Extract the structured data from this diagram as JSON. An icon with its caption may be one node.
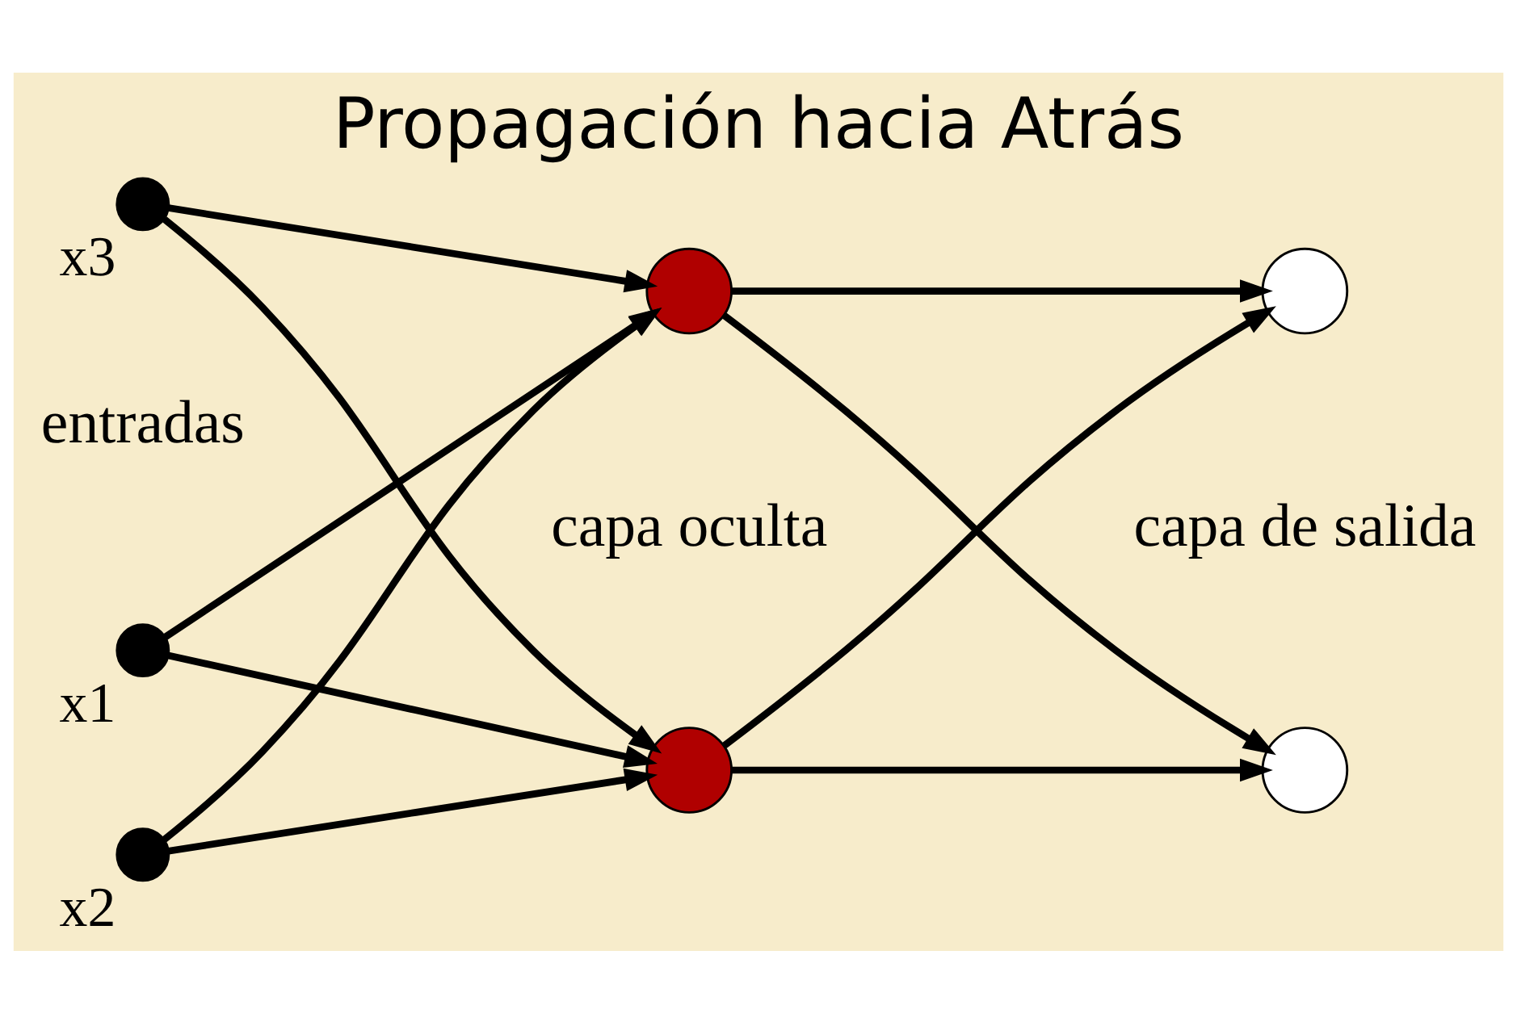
{
  "diagram": {
    "title": "Propagación hacia Atrás",
    "nodes": [
      {
        "text": [],
        "shape": "circle",
        "beside": [
          "x1"
        ]
      },
      {
        "text": [],
        "shape": "circle",
        "beside": [
          "x2"
        ]
      },
      {
        "text": [],
        "shape": "circle",
        "beside": [
          "x3"
        ]
      },
      {
        "text": [],
        "shape": "circle"
      },
      {
        "text": [],
        "shape": "circle"
      },
      {
        "text": [],
        "shape": "circle"
      },
      {
        "text": [],
        "shape": "circle"
      }
    ],
    "edges": [
      {
        "from": 0,
        "to": 3,
        "arrow": "to"
      },
      {
        "from": 0,
        "to": 4,
        "arrow": "to"
      },
      {
        "from": 1,
        "to": 3,
        "arrow": "to"
      },
      {
        "from": 1,
        "to": 4,
        "arrow": "to"
      },
      {
        "from": 2,
        "to": 3,
        "arrow": "to"
      },
      {
        "from": 2,
        "to": 4,
        "arrow": "to"
      },
      {
        "from": 3,
        "to": 5,
        "arrow": "to"
      },
      {
        "from": 3,
        "to": 6,
        "arrow": "to"
      },
      {
        "from": 4,
        "to": 5,
        "arrow": "to"
      },
      {
        "from": 4,
        "to": 6,
        "arrow": "to"
      }
    ],
    "labels": [
      "entradas",
      "capa oculta",
      "capa de salida"
    ]
  }
}
